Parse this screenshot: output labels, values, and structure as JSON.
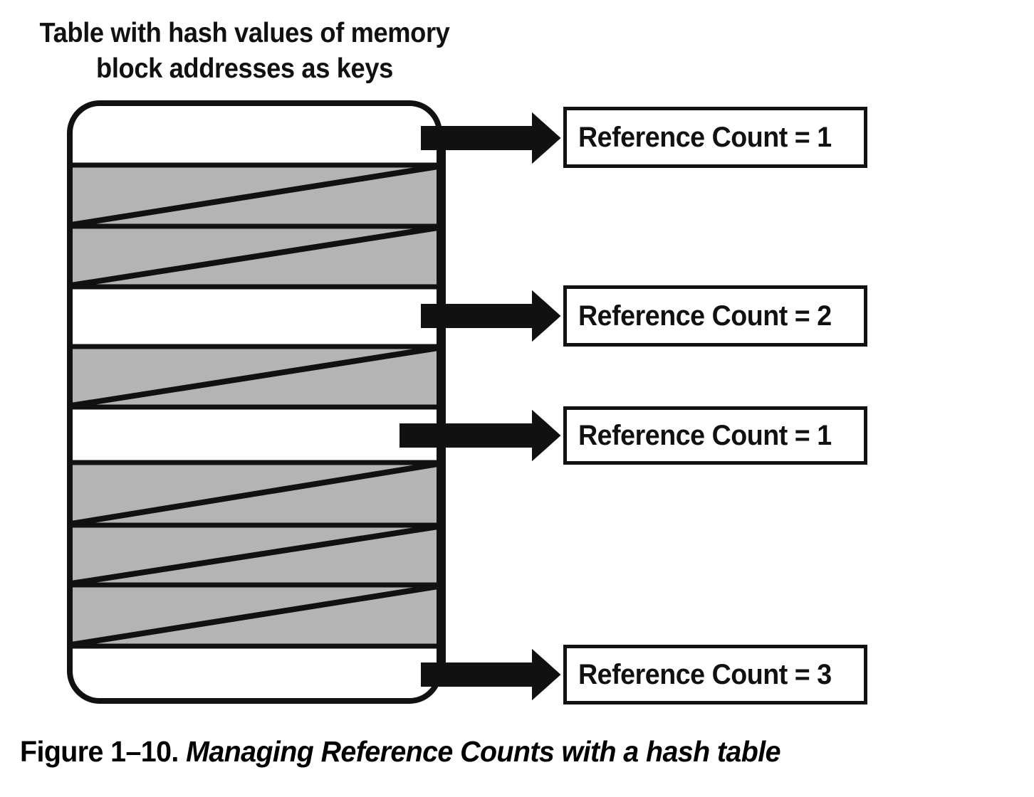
{
  "heading": {
    "line1": "Table with hash values of memory",
    "line2": "block addresses as keys"
  },
  "caption": {
    "figure_number": "Figure 1–10.",
    "title": " Managing Reference Counts with a hash table"
  },
  "colors": {
    "stroke": "#111111",
    "row_used_fill": "#b4b4b4",
    "row_free_fill": "#ffffff",
    "background": "#ffffff"
  },
  "hash_table": {
    "label": "hash-table-rows",
    "row_count": 10,
    "rows": [
      {
        "index": 0,
        "state": "occupied",
        "slashed": false,
        "has_pointer": true
      },
      {
        "index": 1,
        "state": "empty",
        "slashed": true,
        "has_pointer": false
      },
      {
        "index": 2,
        "state": "empty",
        "slashed": true,
        "has_pointer": false
      },
      {
        "index": 3,
        "state": "occupied",
        "slashed": false,
        "has_pointer": true
      },
      {
        "index": 4,
        "state": "empty",
        "slashed": true,
        "has_pointer": false
      },
      {
        "index": 5,
        "state": "occupied",
        "slashed": false,
        "has_pointer": true
      },
      {
        "index": 6,
        "state": "empty",
        "slashed": true,
        "has_pointer": false
      },
      {
        "index": 7,
        "state": "empty",
        "slashed": true,
        "has_pointer": false
      },
      {
        "index": 8,
        "state": "empty",
        "slashed": true,
        "has_pointer": false
      },
      {
        "index": 9,
        "state": "occupied",
        "slashed": false,
        "has_pointer": true
      }
    ]
  },
  "reference_boxes": [
    {
      "id": "ref-count-1",
      "label": "Reference Count = 1",
      "count": 1,
      "from_row": 0
    },
    {
      "id": "ref-count-2",
      "label": "Reference Count = 2",
      "count": 2,
      "from_row": 3
    },
    {
      "id": "ref-count-3",
      "label": "Reference Count = 1",
      "count": 1,
      "from_row": 5
    },
    {
      "id": "ref-count-4",
      "label": "Reference Count = 3",
      "count": 3,
      "from_row": 9
    }
  ],
  "arrows": [
    {
      "id": "arrow-to-ref-1",
      "target": "ref-count-1"
    },
    {
      "id": "arrow-to-ref-2",
      "target": "ref-count-2"
    },
    {
      "id": "arrow-to-ref-3",
      "target": "ref-count-3"
    },
    {
      "id": "arrow-to-ref-4",
      "target": "ref-count-4"
    }
  ]
}
